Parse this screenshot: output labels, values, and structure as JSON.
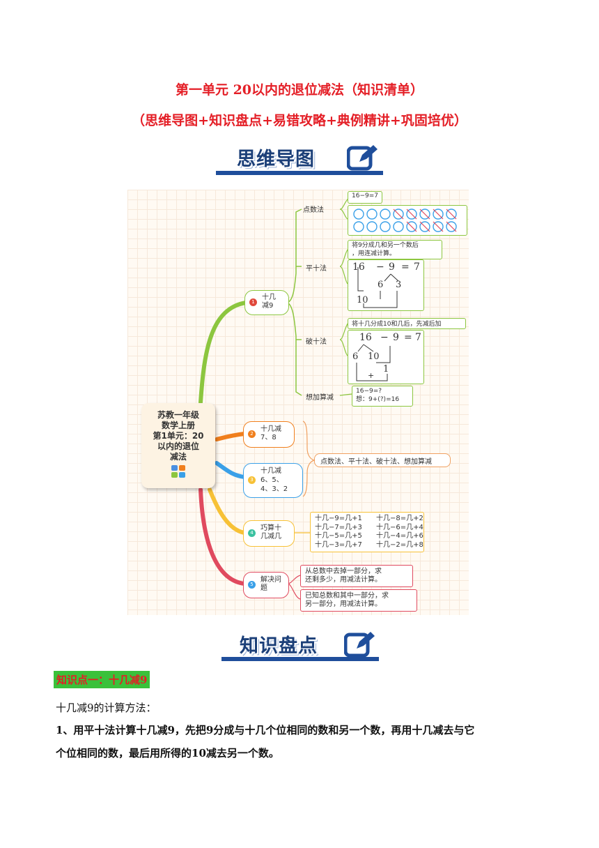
{
  "header": {
    "title": "第一单元 20以内的退位减法（知识清单）",
    "subtitle": "（思维导图+知识盘点+易错攻略+典例精讲+巩固培优）"
  },
  "banners": {
    "mindmap": "思维导图",
    "knowledge": "知识盘点"
  },
  "mindmap": {
    "center": [
      "苏教一年级",
      "数学上册",
      "第1单元：20",
      "以内的退位",
      "减法"
    ],
    "branch1": {
      "label_lines": [
        "十几",
        "减9"
      ],
      "methods": [
        "点数法",
        "平十法",
        "破十法",
        "想加算减"
      ],
      "dot_eq": "16−9=7",
      "pingshi_note_lines": [
        "将9分成几和另一个数后",
        "，用连减计算。"
      ],
      "pingshi_eq": [
        "16",
        "−",
        "9",
        "=",
        "7"
      ],
      "pingshi_split": [
        "6",
        "3"
      ],
      "pingshi_ten": "10",
      "poshi_note": "将十几分成10和几后，先减后加",
      "poshi_eq": [
        "16",
        "−",
        "9",
        "=",
        "7"
      ],
      "poshi_split": [
        "6",
        "10"
      ],
      "poshi_one": "1",
      "poshi_plus": "+",
      "think_lines": [
        "16−9=?",
        "想：9+(?)=16"
      ]
    },
    "branch2": {
      "label_lines": [
        "十几减",
        "7、8"
      ]
    },
    "branch3": {
      "label_lines": [
        "十几减",
        "6、5、",
        "4、3、2"
      ]
    },
    "shared_methods": "点数法、平十法、破十法、想加算减",
    "branch4": {
      "label_lines": [
        "巧算十",
        "几减几"
      ],
      "rules_left": [
        "十几−9=几+1",
        "十几−7=几+3",
        "十几−5=几+5",
        "十几−3=几+7"
      ],
      "rules_right": [
        "十几−8=几+2",
        "十几−6=几+4",
        "十几−4=几+6",
        "十几−2=几+8"
      ]
    },
    "branch5": {
      "label_lines": [
        "解决问",
        "题"
      ],
      "case1_lines": [
        "从总数中去掉一部分，求",
        "还剩多少，用减法计算。"
      ],
      "case2_lines": [
        "已知总数和其中一部分，求",
        "另一部分，用减法计算。"
      ]
    },
    "numbers": [
      "1",
      "2",
      "3",
      "4",
      "5"
    ],
    "colors": {
      "b1": "#8cc63f",
      "b2": "#f07f1d",
      "b3": "#3aa0e8",
      "b4": "#f7c136",
      "b5": "#e04a5f"
    }
  },
  "knowledge": {
    "point1_label": "知识点一：十几减9",
    "intro": "十几减9的计算方法：",
    "item1_line1": "1、用平十法计算十几减9，先把9分成与十几个位相同的数和另一个数，再用十几减去与它",
    "item1_line2": "个位相同的数，最后用所得的10减去另一个数。"
  }
}
